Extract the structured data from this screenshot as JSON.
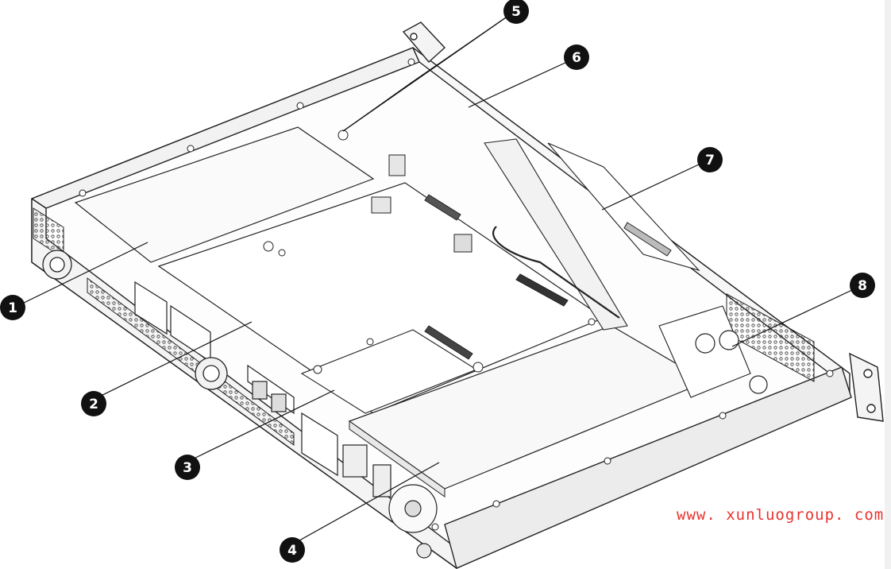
{
  "diagram": {
    "callouts": [
      {
        "id": "1",
        "label": "1"
      },
      {
        "id": "2",
        "label": "2"
      },
      {
        "id": "3",
        "label": "3"
      },
      {
        "id": "4",
        "label": "4"
      },
      {
        "id": "5",
        "label": "5"
      },
      {
        "id": "6",
        "label": "6"
      },
      {
        "id": "7",
        "label": "7"
      },
      {
        "id": "8",
        "label": "8"
      }
    ]
  },
  "watermark": {
    "text": "www. xunluogroup. com",
    "color": "#e8322d"
  },
  "colors": {
    "line": "#222222",
    "fill": "#ffffff",
    "shade": "#e6e6e6",
    "callout_bg": "#111111"
  }
}
